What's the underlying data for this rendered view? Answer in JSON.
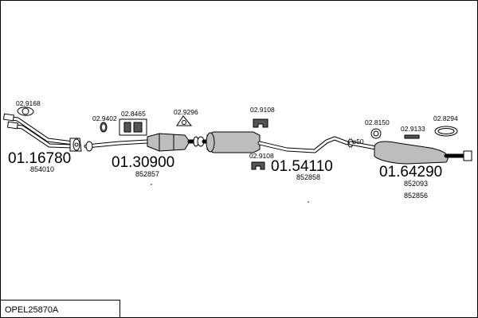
{
  "title": "OPEL25870A",
  "groups": [
    {
      "main": "01.16780",
      "subs": [
        "854010"
      ]
    },
    {
      "main": "01.30900",
      "subs": [
        "852857"
      ]
    },
    {
      "main": "01.54110",
      "subs": [
        "852858"
      ]
    },
    {
      "main": "01.64290",
      "subs": [
        "852093",
        "852856"
      ]
    }
  ],
  "accessories": [
    "02.9168",
    "02.9402",
    "02.8465",
    "02.9296",
    "02.9108",
    "02.9108",
    "02.8150",
    "02.9133",
    "02.8294"
  ],
  "dimension_label": "ø50"
}
